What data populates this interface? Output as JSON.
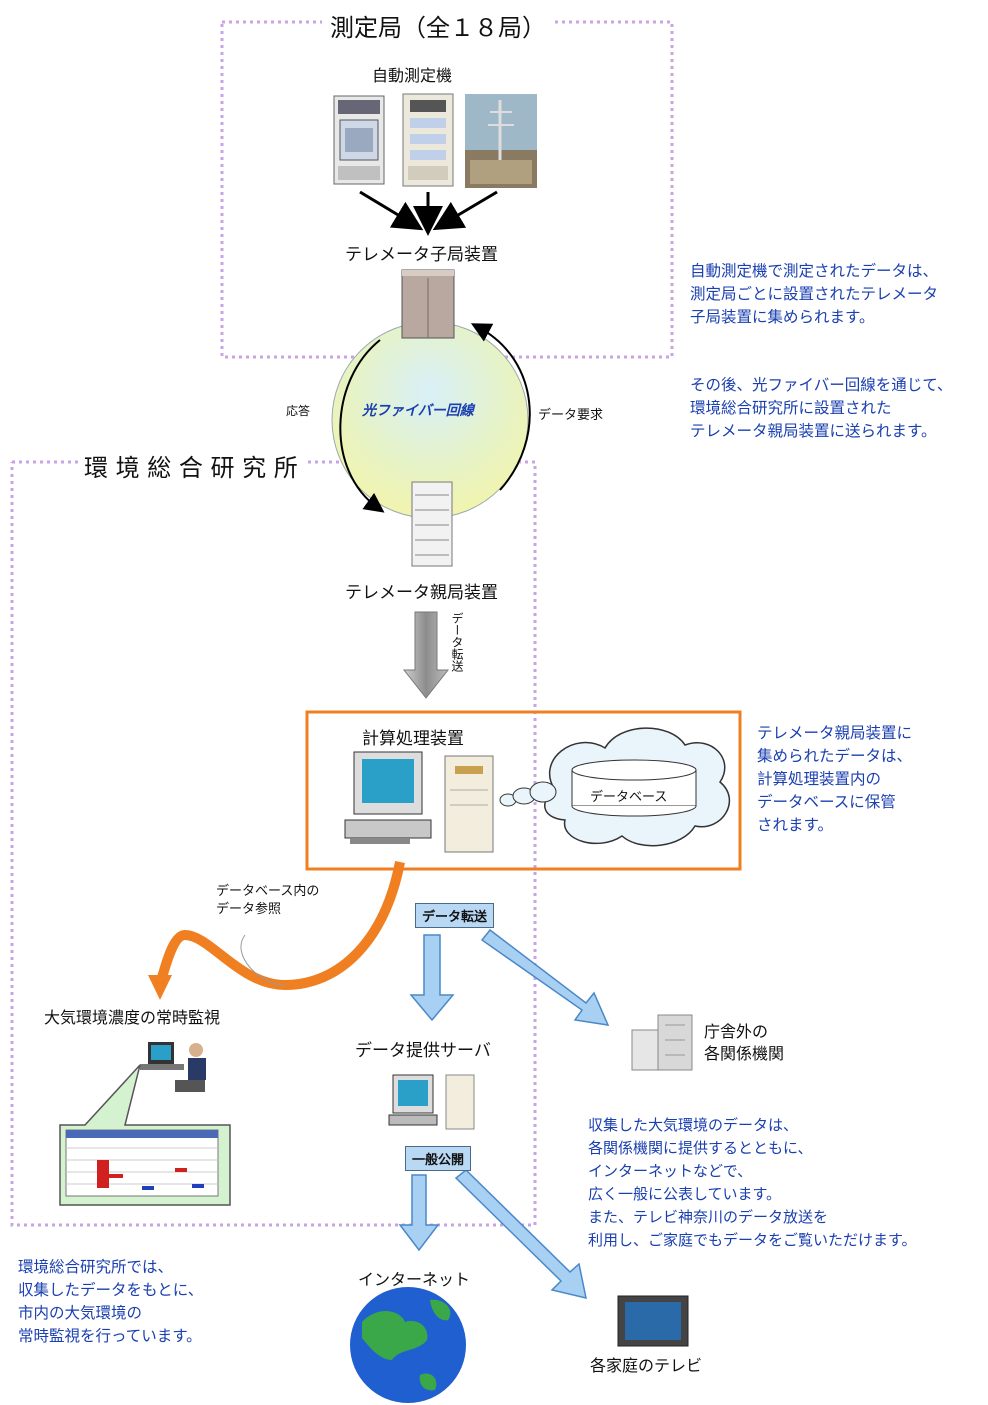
{
  "station": {
    "title": "測定局（全１８局）",
    "auto_machine": "自動測定機",
    "telemeter_child": "テレメータ子局装置"
  },
  "fiber": {
    "label": "光ファイバー回線",
    "response": "応答",
    "data_request": "データ要求"
  },
  "institute": {
    "title": "環 境 総 合 研 究 所",
    "telemeter_parent": "テレメータ親局装置",
    "transfer_vertical": "データ転送",
    "compute": "計算処理装置",
    "database": "データベース",
    "db_ref_line1": "データベース内の",
    "db_ref_line2": "データ参照",
    "monitoring": "大気環境濃度の常時監視",
    "transfer_box": "データ転送",
    "provider_server": "データ提供サーバ",
    "public_box": "一般公開"
  },
  "external": {
    "agencies_line1": "庁舎外の",
    "agencies_line2": "各関係機関",
    "internet": "インターネット",
    "tv": "各家庭のテレビ"
  },
  "notes": {
    "note1": [
      "自動測定機で測定されたデータは、",
      "測定局ごとに設置されたテレメータ",
      "子局装置に集められます。"
    ],
    "note2": [
      "その後、光ファイバー回線を通じて、",
      "環境総合研究所に設置された",
      "テレメータ親局装置に送られます。"
    ],
    "note3": [
      "テレメータ親局装置に",
      "集められたデータは、",
      "計算処理装置内の",
      "データベースに保管",
      "されます。"
    ],
    "note4": [
      "収集した大気環境のデータは、",
      "各関係機関に提供するとともに、",
      "インターネットなどで、",
      "広く一般に公表しています。",
      "また、テレビ神奈川のデータ放送を",
      "利用し、ご家庭でもデータをご覧いただけます。"
    ],
    "note5": [
      "環境総合研究所では、",
      "収集したデータをもとに、",
      "市内の大気環境の",
      "常時監視を行っています。"
    ]
  },
  "colors": {
    "dotted_border": "#c9a3e6",
    "orange": "#f07f22",
    "light_blue_arrow": "#a8d0f2",
    "blue_text": "#1a3fb0"
  }
}
